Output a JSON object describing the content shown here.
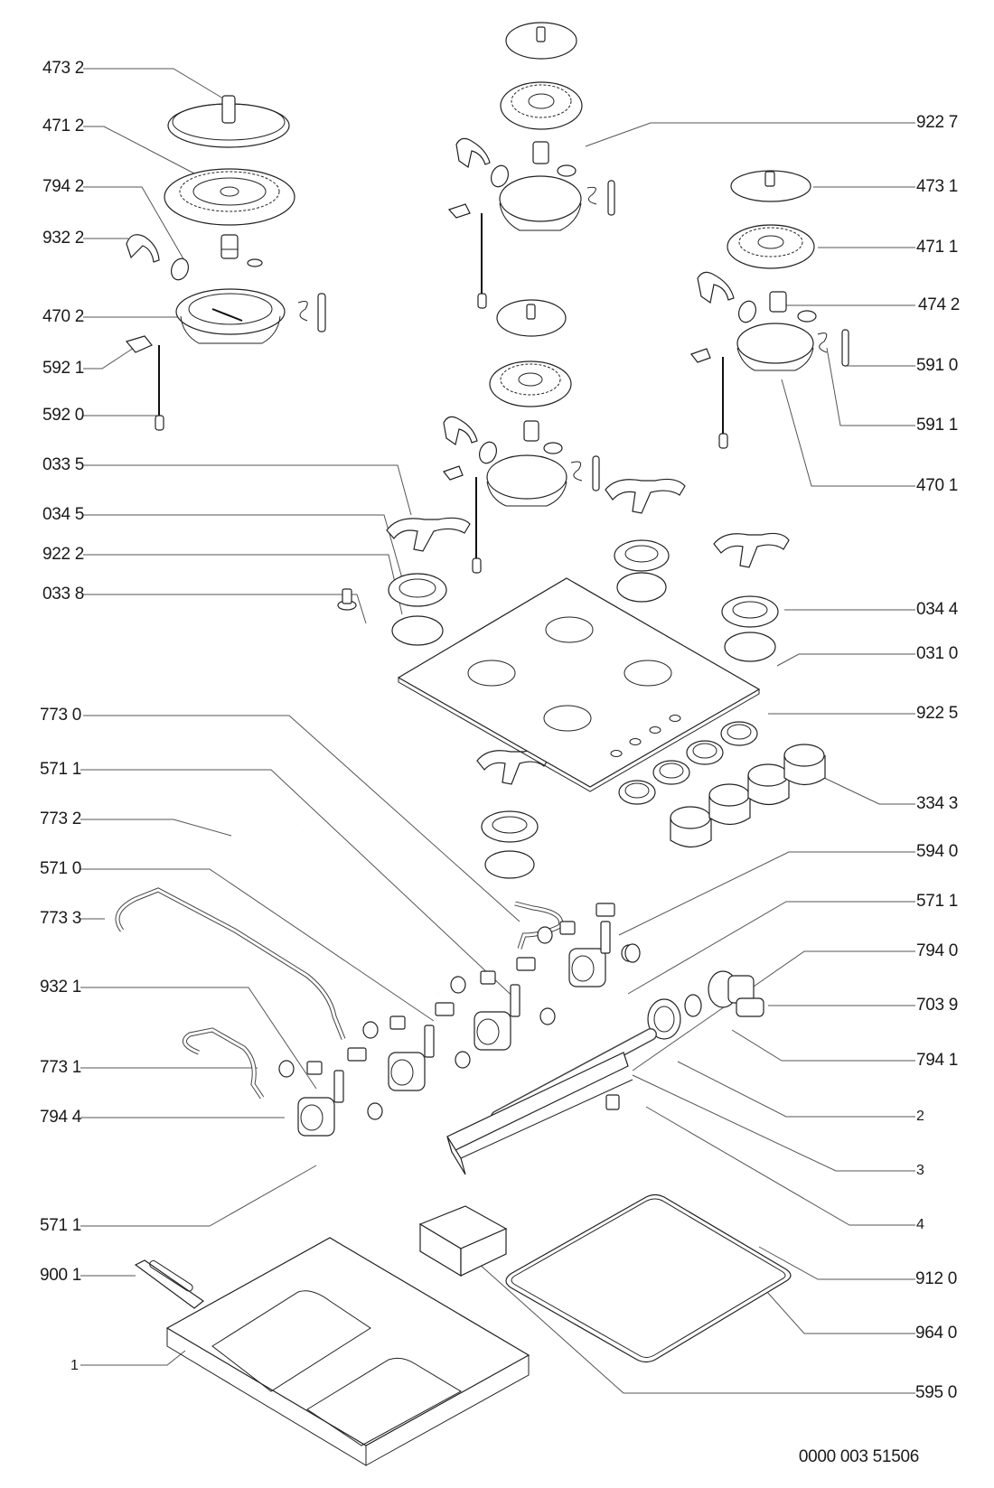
{
  "diagram": {
    "title": "Gas hob exploded parts view",
    "document_number": "0000 003 51506",
    "left_labels": [
      {
        "id": "473-2",
        "text": "473 2"
      },
      {
        "id": "471-2",
        "text": "471 2"
      },
      {
        "id": "794-2",
        "text": "794 2"
      },
      {
        "id": "932-2",
        "text": "932 2"
      },
      {
        "id": "470-2",
        "text": "470 2"
      },
      {
        "id": "592-1",
        "text": "592 1"
      },
      {
        "id": "592-0",
        "text": "592 0"
      },
      {
        "id": "033-5",
        "text": "033 5"
      },
      {
        "id": "034-5",
        "text": "034 5"
      },
      {
        "id": "922-2",
        "text": "922 2"
      },
      {
        "id": "033-8",
        "text": "033 8"
      },
      {
        "id": "773-0",
        "text": "773 0"
      },
      {
        "id": "571-1a",
        "text": "571 1"
      },
      {
        "id": "773-2",
        "text": "773 2"
      },
      {
        "id": "571-0",
        "text": "571 0"
      },
      {
        "id": "773-3",
        "text": "773 3"
      },
      {
        "id": "932-1",
        "text": "932 1"
      },
      {
        "id": "773-1",
        "text": "773 1"
      },
      {
        "id": "794-4",
        "text": "794 4"
      },
      {
        "id": "571-1b",
        "text": "571 1"
      },
      {
        "id": "900-1",
        "text": "900 1"
      },
      {
        "id": "1",
        "text": "1"
      }
    ],
    "right_labels": [
      {
        "id": "922-7",
        "text": "922 7"
      },
      {
        "id": "473-1",
        "text": "473 1"
      },
      {
        "id": "471-1",
        "text": "471 1"
      },
      {
        "id": "474-2",
        "text": "474 2"
      },
      {
        "id": "591-0",
        "text": "591 0"
      },
      {
        "id": "591-1",
        "text": "591 1"
      },
      {
        "id": "470-1",
        "text": "470 1"
      },
      {
        "id": "034-4",
        "text": "034 4"
      },
      {
        "id": "031-0",
        "text": "031 0"
      },
      {
        "id": "922-5",
        "text": "922 5"
      },
      {
        "id": "334-3",
        "text": "334 3"
      },
      {
        "id": "594-0",
        "text": "594 0"
      },
      {
        "id": "571-1c",
        "text": "571 1"
      },
      {
        "id": "794-0",
        "text": "794 0"
      },
      {
        "id": "703-9",
        "text": "703 9"
      },
      {
        "id": "794-1",
        "text": "794 1"
      },
      {
        "id": "2",
        "text": "2"
      },
      {
        "id": "3",
        "text": "3"
      },
      {
        "id": "4",
        "text": "4"
      },
      {
        "id": "912-0",
        "text": "912 0"
      },
      {
        "id": "964-0",
        "text": "964 0"
      },
      {
        "id": "595-0",
        "text": "595 0"
      }
    ]
  }
}
